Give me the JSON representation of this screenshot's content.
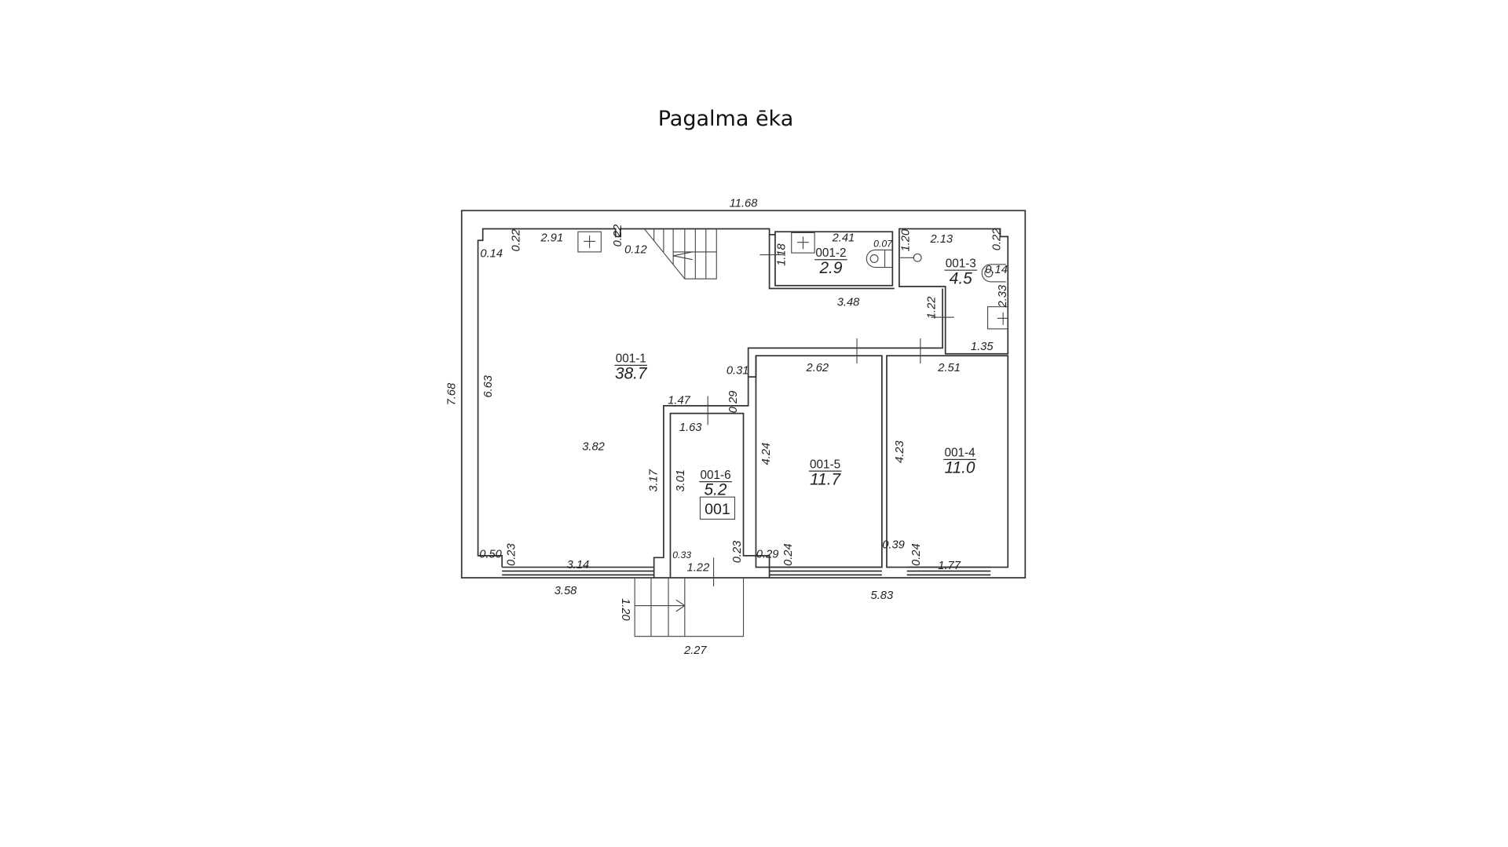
{
  "title": "Pagalma ēka",
  "rooms": [
    {
      "id": "001-1",
      "area": "38.7"
    },
    {
      "id": "001-2",
      "area": "2.9"
    },
    {
      "id": "001-3",
      "area": "4.5"
    },
    {
      "id": "001-5",
      "area": "11.7"
    },
    {
      "id": "001-4",
      "area": "11.0"
    },
    {
      "id": "001-6",
      "area": "5.2"
    }
  ],
  "unit_label": "001",
  "dimensions": [
    "11.68",
    "7.68",
    "0.14",
    "0.22",
    "2.91",
    "0.22",
    "0.12",
    "2.41",
    "0.07",
    "1.18",
    "1.20",
    "2.13",
    "0.22",
    "0.14",
    "2.33",
    "3.48",
    "1.22",
    "1.35",
    "2.62",
    "2.51",
    "6.63",
    "0.31",
    "0.29",
    "1.47",
    "1.63",
    "3.82",
    "4.24",
    "4.23",
    "3.17",
    "3.01",
    "0.50",
    "0.23",
    "3.14",
    "0.33",
    "1.22",
    "0.23",
    "0.29",
    "0.24",
    "0.39",
    "0.24",
    "1.77",
    "3.58",
    "5.83",
    "1.20",
    "2.27"
  ]
}
